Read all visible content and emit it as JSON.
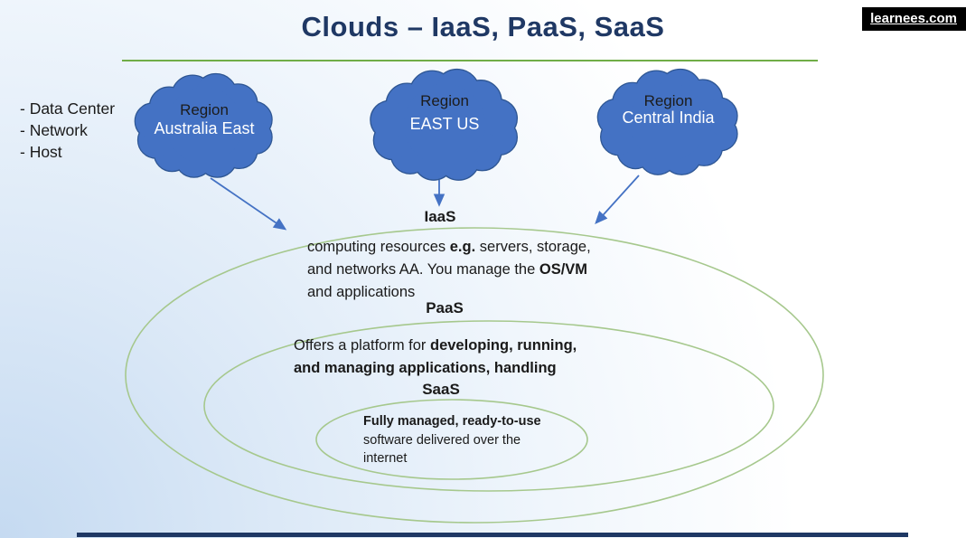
{
  "slide": {
    "title": "Clouds – IaaS, PaaS, SaaS",
    "badge": "learnees.com"
  },
  "left_list": [
    "- Data Center",
    "- Network",
    "- Host"
  ],
  "clouds": [
    {
      "prefix": "Region",
      "name": "Australia East"
    },
    {
      "prefix": "Region",
      "name": "EAST US"
    },
    {
      "prefix": "Region",
      "name": "Central India"
    }
  ],
  "layers": {
    "iaas": {
      "label": "IaaS",
      "lines": [
        [
          {
            "t": "computing resources ",
            "b": false
          },
          {
            "t": "e.g.",
            "b": true
          },
          {
            "t": " servers, storage,",
            "b": false
          }
        ],
        [
          {
            "t": "and networks AA. You manage the ",
            "b": false
          },
          {
            "t": "OS/VM",
            "b": true
          }
        ],
        [
          {
            "t": "and applications",
            "b": false
          }
        ]
      ]
    },
    "paas": {
      "label": "PaaS",
      "lines": [
        [
          {
            "t": "Offers a platform for ",
            "b": false
          },
          {
            "t": "developing, running,",
            "b": true
          }
        ],
        [
          {
            "t": "and managing applications, handling",
            "b": true
          }
        ]
      ]
    },
    "saas": {
      "label": "SaaS",
      "lines": [
        [
          {
            "t": "Fully managed, ready-to-use",
            "b": true
          }
        ],
        [
          {
            "t": "software delivered over the",
            "b": false
          }
        ],
        [
          {
            "t": "internet",
            "b": false
          }
        ]
      ]
    }
  },
  "colors": {
    "title-navy": "#1F3864",
    "badge-bg": "#000000",
    "badge-text": "#FFFFFF",
    "line-green": "#70AD47",
    "ellipse-green": "#A6C88D",
    "cloud-blue": "#4472C4",
    "cloud-outline": "#2E5693",
    "arrow-blue": "#4472C4",
    "body-text": "#1A1A1A"
  }
}
